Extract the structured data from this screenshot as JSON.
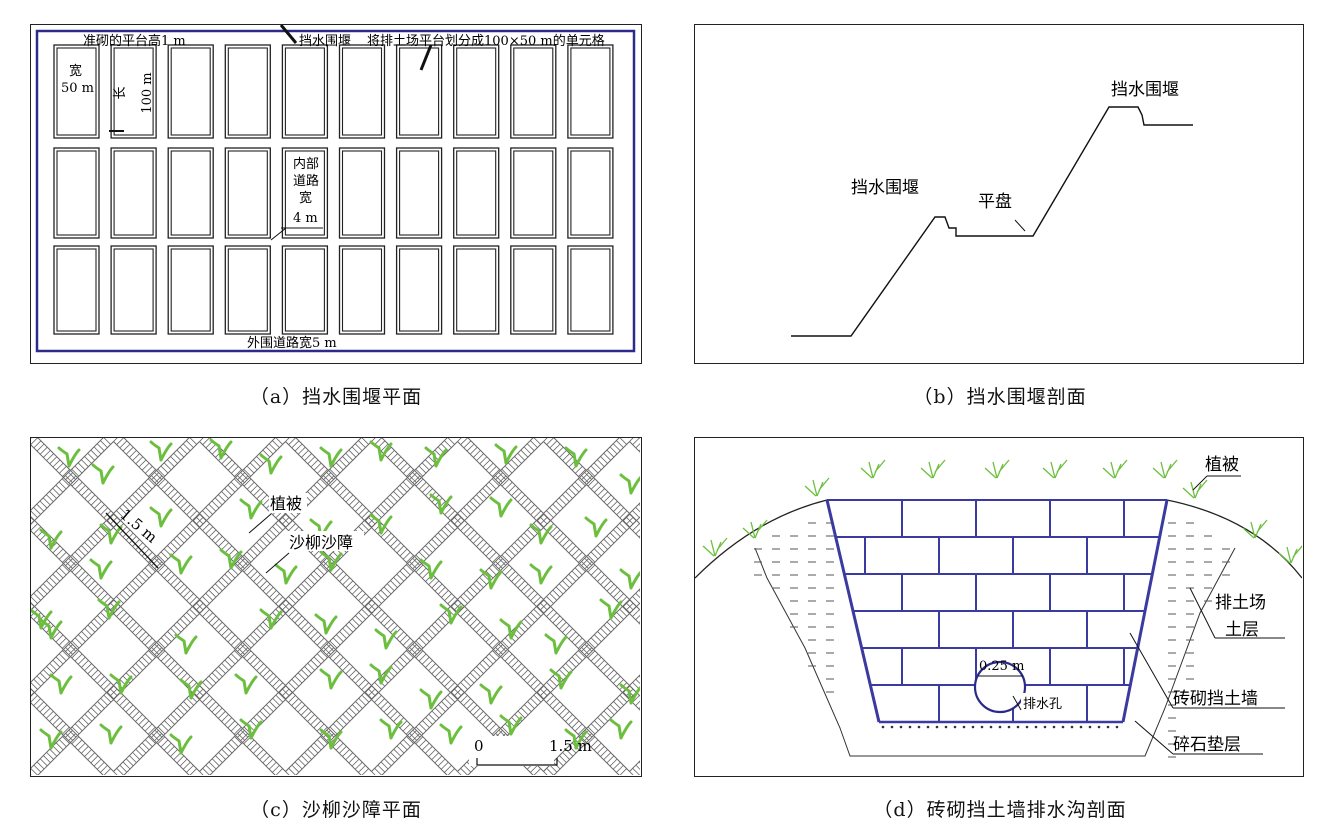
{
  "captions": {
    "a": "（a）挡水围堰平面",
    "b": "（b）挡水围堰剖面",
    "c": "（c）沙柳沙障平面",
    "d": "（d）砖砌挡土墙排水沟剖面"
  },
  "panel_a": {
    "platform_height": "准砌的平台高1 m",
    "weir_label": "挡水围堰",
    "grid_note": "将排土场平台划分成100×50 m的单元格",
    "width_label_1": "宽",
    "width_label_2": "50 m",
    "length_label_1": "长",
    "length_label_2": "100 m",
    "road_1": "内部",
    "road_2": "道路",
    "road_3": "宽",
    "road_4": "4 m",
    "outer_road": "外围道路宽5 m"
  },
  "panel_b": {
    "weir_top": "挡水围堰",
    "weir_low": "挡水围堰",
    "flat": "平盘"
  },
  "panel_c": {
    "vegetation": "植被",
    "barrier": "沙柳沙障",
    "spacing": "1.5 m",
    "scale_zero": "0",
    "scale_len": "1.5 m"
  },
  "panel_d": {
    "vegetation": "植被",
    "soil_1": "排土场",
    "soil_2": "土层",
    "drain_diameter": "0.25 m",
    "drain_hole": "排水孔",
    "brick_wall": "砖砌挡土墙",
    "gravel": "碎石垫层"
  },
  "colors": {
    "boundary": "#2d2a8c",
    "brick_line": "#3a3aa0",
    "plant": "#6cbf3e",
    "hatch": "#555555"
  }
}
